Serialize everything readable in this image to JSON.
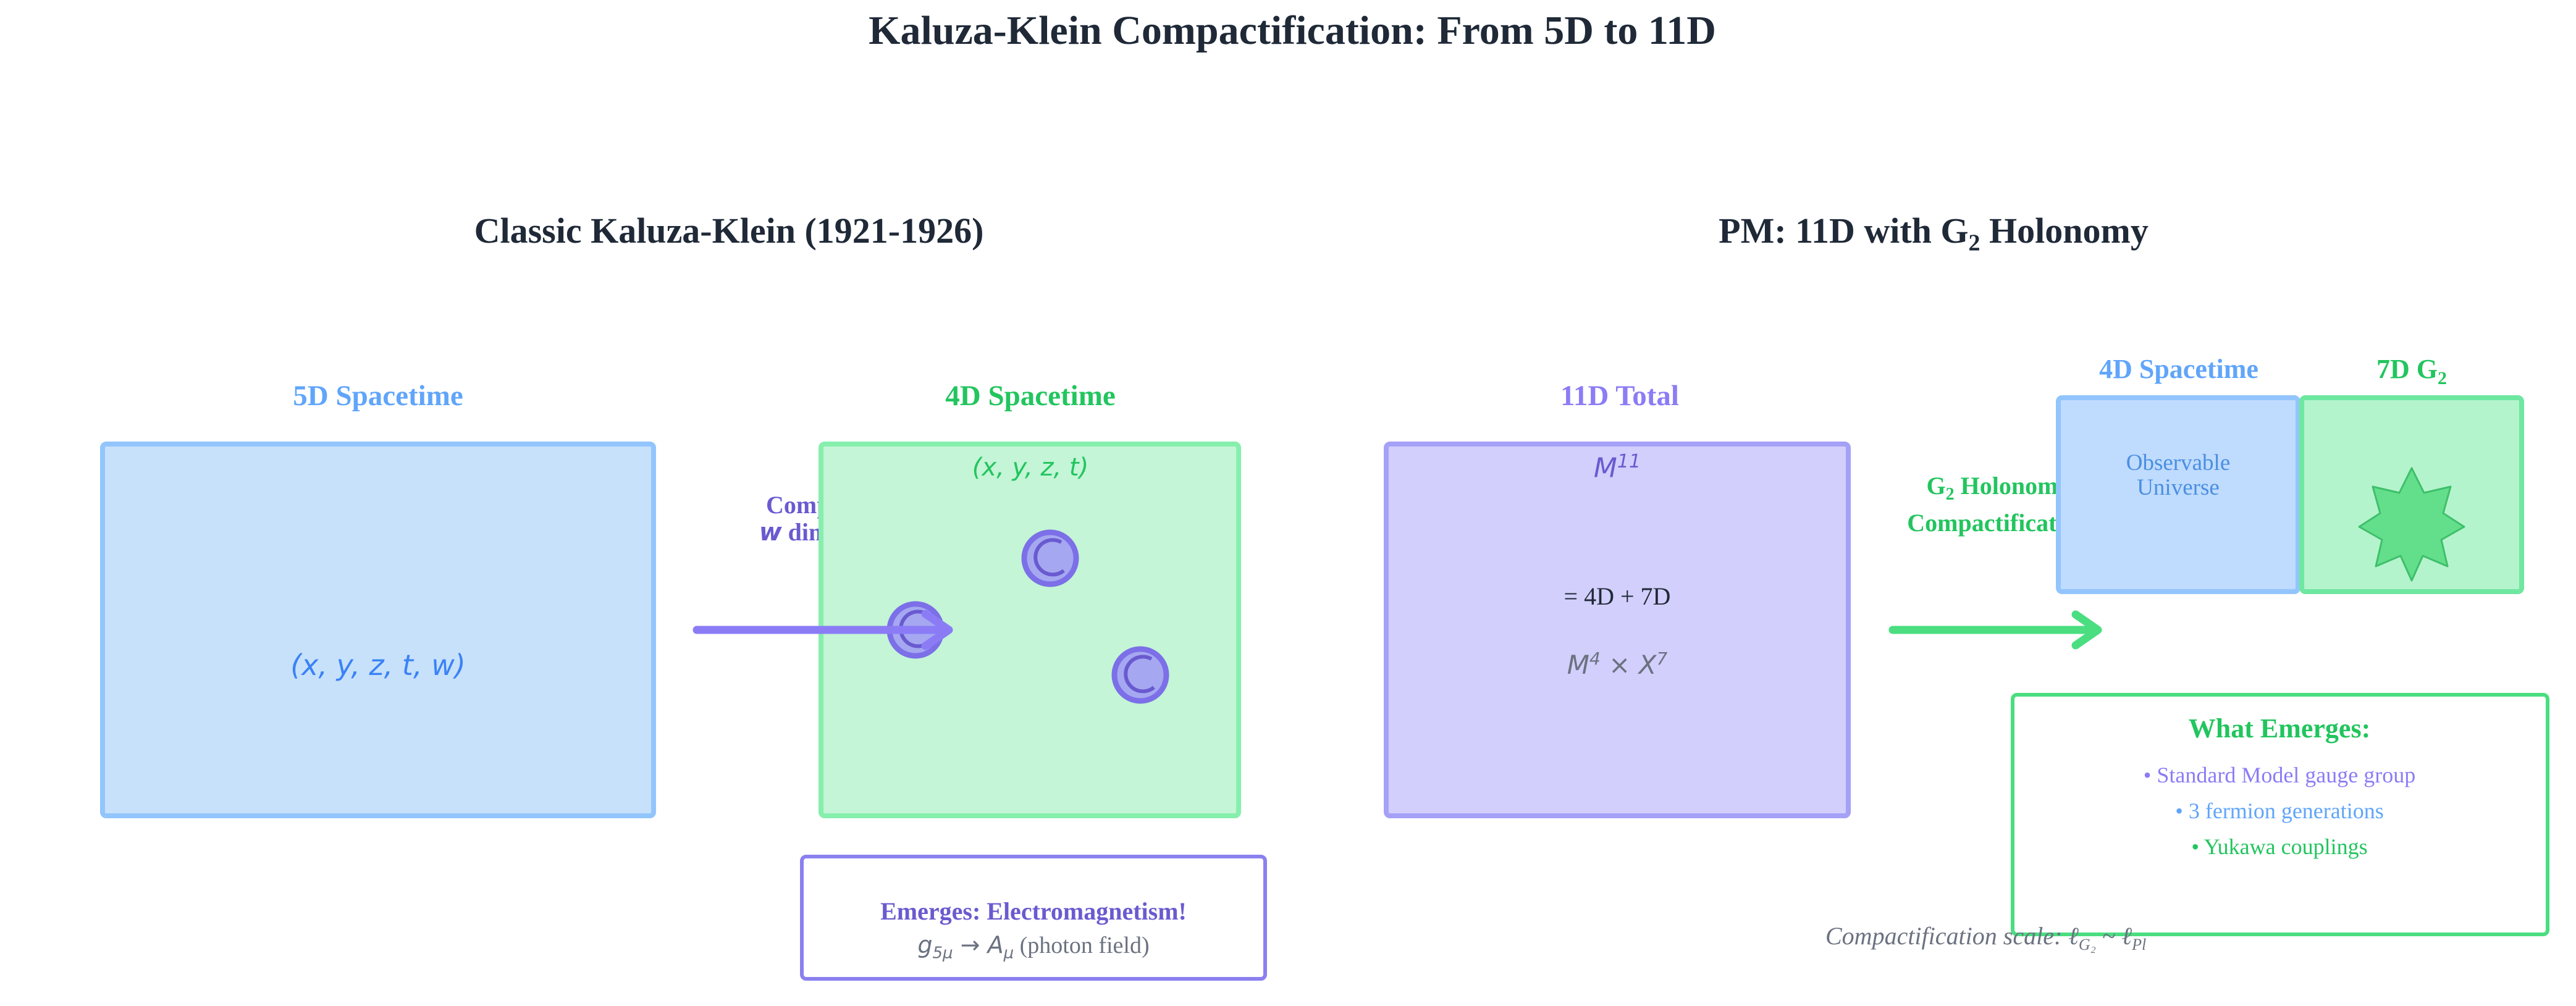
{
  "title": "Kaluza-Klein Compactification: From 5D to 11D",
  "left_section": {
    "heading": "Classic Kaluza-Klein (1921-1926)",
    "box_5d": {
      "label": "5D Spacetime",
      "coords": "(x, y, z, t, w)"
    },
    "arrow": {
      "line1": "Compactify",
      "var": "w",
      "line2_suffix": " dimension"
    },
    "box_4d": {
      "label": "4D Spacetime",
      "coords": "(x, y, z, t)"
    },
    "emerges": {
      "title": "Emerges: Electromagnetism!",
      "formula": "g",
      "formula_sub": "5μ",
      "formula_arrow": " → A",
      "formula_sub2": "μ",
      "formula_note": " (photon field)"
    }
  },
  "right_section": {
    "heading_prefix": "PM: 11D with G",
    "heading_sub": "2",
    "heading_suffix": " Holonomy",
    "box_11d": {
      "label": "11D Total",
      "manifold": "M",
      "manifold_sup": "11",
      "equation": "= 4D + 7D",
      "product_a": "M",
      "product_a_sup": "4",
      "product_times": " × X",
      "product_b_sup": "7"
    },
    "arrow": {
      "line1_prefix": "G",
      "line1_sub": "2",
      "line1_suffix": " Holonomy",
      "line2": "Compactification"
    },
    "box_4d": {
      "label": "4D Spacetime",
      "text_line1": "Observable",
      "text_line2": "Universe"
    },
    "box_7d": {
      "label_prefix": "7D G",
      "label_sub": "2"
    },
    "emerges": {
      "title": "What Emerges:",
      "items": [
        "• Standard Model gauge group",
        "• 3 fermion generations",
        "• Yukawa couplings"
      ]
    },
    "scale_note": {
      "prefix": "Compactification scale: ℓ",
      "sub1": "G₂",
      "middle": " ~ ℓ",
      "sub2": "Pl"
    }
  },
  "colors": {
    "blue_fill": "#c7e1fb",
    "blue_stroke": "#93c5fd",
    "blue_text": "#60a5fa",
    "green_fill": "#c3f5d6",
    "green_stroke": "#86efac",
    "green_text": "#22c55e",
    "purple_fill": "#d2cffc",
    "purple_stroke": "#a5a1f7",
    "purple_text": "#8b7cf6",
    "purple_dark": "#6a5ad0",
    "emerge_box_stroke": "#8b80ef"
  }
}
